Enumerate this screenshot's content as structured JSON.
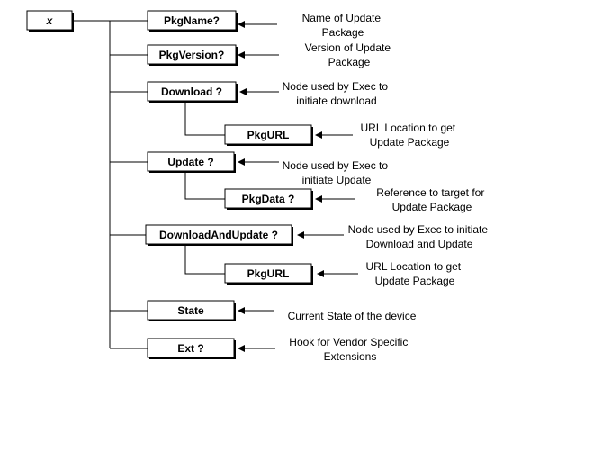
{
  "colors": {
    "line": "#000000",
    "box_fill": "#ffffff",
    "text": "#000000"
  },
  "diagram": {
    "root": {
      "label": "x"
    },
    "nodes": [
      {
        "id": "pkgname",
        "label": "PkgName?",
        "description": [
          "Name of Update",
          "Package"
        ]
      },
      {
        "id": "pkgversion",
        "label": "PkgVersion?",
        "description": [
          "Version of Update",
          "Package"
        ]
      },
      {
        "id": "download",
        "label": "Download ?",
        "description": [
          "Node used by Exec to",
          "initiate download"
        ]
      },
      {
        "id": "download-pkgurl",
        "label": "PkgURL",
        "description": [
          "URL Location to get",
          "Update Package"
        ]
      },
      {
        "id": "update",
        "label": "Update ?",
        "description": [
          "Node used by Exec to",
          "initiate Update"
        ]
      },
      {
        "id": "update-pkgdata",
        "label": "PkgData ?",
        "description": [
          "Reference to target for",
          "Update Package"
        ]
      },
      {
        "id": "downloadandupdate",
        "label": "DownloadAndUpdate ?",
        "description": [
          "Node used by Exec to initiate",
          "Download and Update"
        ]
      },
      {
        "id": "downloadandupdate-pkgurl",
        "label": "PkgURL",
        "description": [
          "URL Location to get",
          "Update Package"
        ]
      },
      {
        "id": "state",
        "label": "State",
        "description": [
          "Current State of the device"
        ]
      },
      {
        "id": "ext",
        "label": "Ext ?",
        "description": [
          "Hook for Vendor Specific",
          "Extensions"
        ]
      }
    ]
  }
}
